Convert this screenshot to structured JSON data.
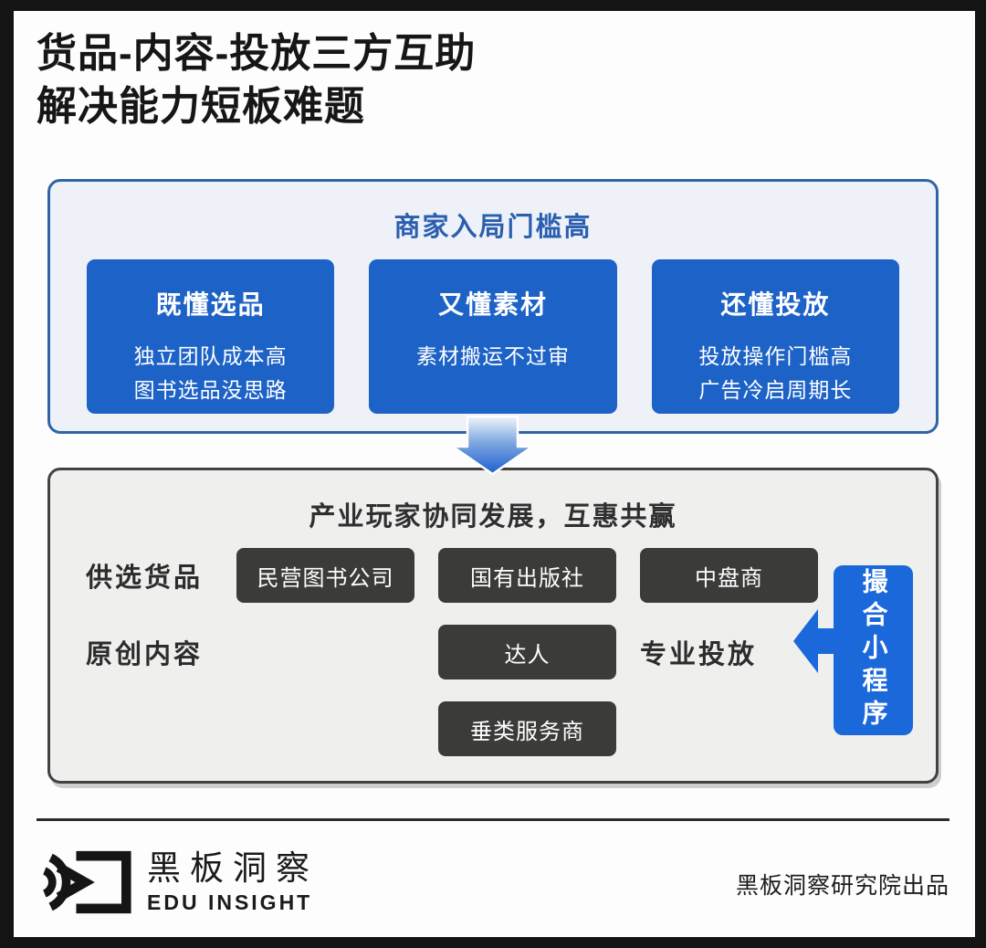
{
  "title": {
    "line1": "货品-内容-投放三方互助",
    "line2": "解决能力短板难题"
  },
  "threshold_panel": {
    "header": "商家入局门槛高",
    "cards": [
      {
        "title": "既懂选品",
        "lines": [
          "独立团队成本高",
          "图书选品没思路"
        ]
      },
      {
        "title": "又懂素材",
        "lines": [
          "素材搬运不过审"
        ]
      },
      {
        "title": "还懂投放",
        "lines": [
          "投放操作门槛高",
          "广告冷启周期长"
        ]
      }
    ]
  },
  "flow": {
    "connector_icon": "down-arrow"
  },
  "synergy_panel": {
    "header": "产业玩家协同发展，互惠共赢",
    "rows": [
      {
        "label": "供选货品",
        "items": [
          "民营图书公司",
          "国有出版社",
          "中盘商"
        ]
      },
      {
        "label": "原创内容",
        "items": [
          "达人"
        ]
      },
      {
        "label": "专业投放",
        "items": [
          "垂类服务商"
        ]
      }
    ],
    "side_tag": {
      "label": "撮合小程序",
      "arrow_icon": "left-arrow"
    }
  },
  "footer": {
    "brand_cn": "黑板洞察",
    "brand_en": "EDU INSIGHT",
    "credit": "黑板洞察研究院出品"
  },
  "colors": {
    "card_blue": "#1d62c6",
    "tag_blue": "#1a68da",
    "blue_panel_bg": "#eef1f7",
    "blue_panel_border": "#3064a6",
    "header_blue": "#2a5fb0",
    "gray_panel_bg": "#efefee",
    "gray_panel_border": "#424242",
    "chip_dark": "#3b3b3a",
    "text_dark": "#161616"
  }
}
